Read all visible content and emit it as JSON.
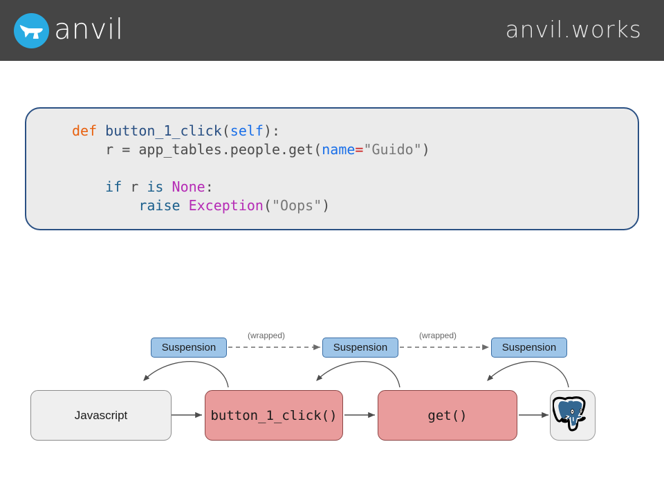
{
  "header": {
    "logo_name": "anvil-logo",
    "brand": "anvil",
    "site_url": "anvil.works",
    "background_color": "#454545",
    "accent_color": "#29abe2"
  },
  "code_block": {
    "background_color": "#ebebeb",
    "border_color": "#2a5083",
    "language": "python",
    "lines": [
      "def button_1_click(self):",
      "    r = app_tables.people.get(name=\"Guido\")",
      "",
      "    if r is None:",
      "        raise Exception(\"Oops\")"
    ],
    "tokens": {
      "def": "def",
      "fn_name": "button_1_click",
      "open_paren": "(",
      "self": "self",
      "close_paren_colon": "):",
      "assign_line_pre": "    r = app_tables.people.get(",
      "kwarg": "name",
      "equals": "=",
      "string_guido": "\"Guido\"",
      "close_paren": ")",
      "if": "if",
      "var_r": " r ",
      "is": "is",
      "none": " None",
      "colon": ":",
      "raise": "raise",
      "exception": "Exception",
      "string_oops": "\"Oops\""
    }
  },
  "diagram": {
    "suspension_boxes": [
      {
        "label": "Suspension"
      },
      {
        "label": "Suspension"
      },
      {
        "label": "Suspension"
      }
    ],
    "wrapped_labels": [
      "(wrapped)",
      "(wrapped)"
    ],
    "lower_boxes": [
      {
        "label": "Javascript",
        "style": "grey"
      },
      {
        "label": "button_1_click()",
        "style": "red"
      },
      {
        "label": "get()",
        "style": "red"
      }
    ],
    "database_icon": "postgresql-icon",
    "colors": {
      "suspension_fill": "#9ec5e8",
      "suspension_border": "#3a6ea5",
      "call_fill": "#e99c9c",
      "call_border": "#8c4545",
      "neutral_fill": "#efefef",
      "neutral_border": "#8c8c8c"
    }
  }
}
